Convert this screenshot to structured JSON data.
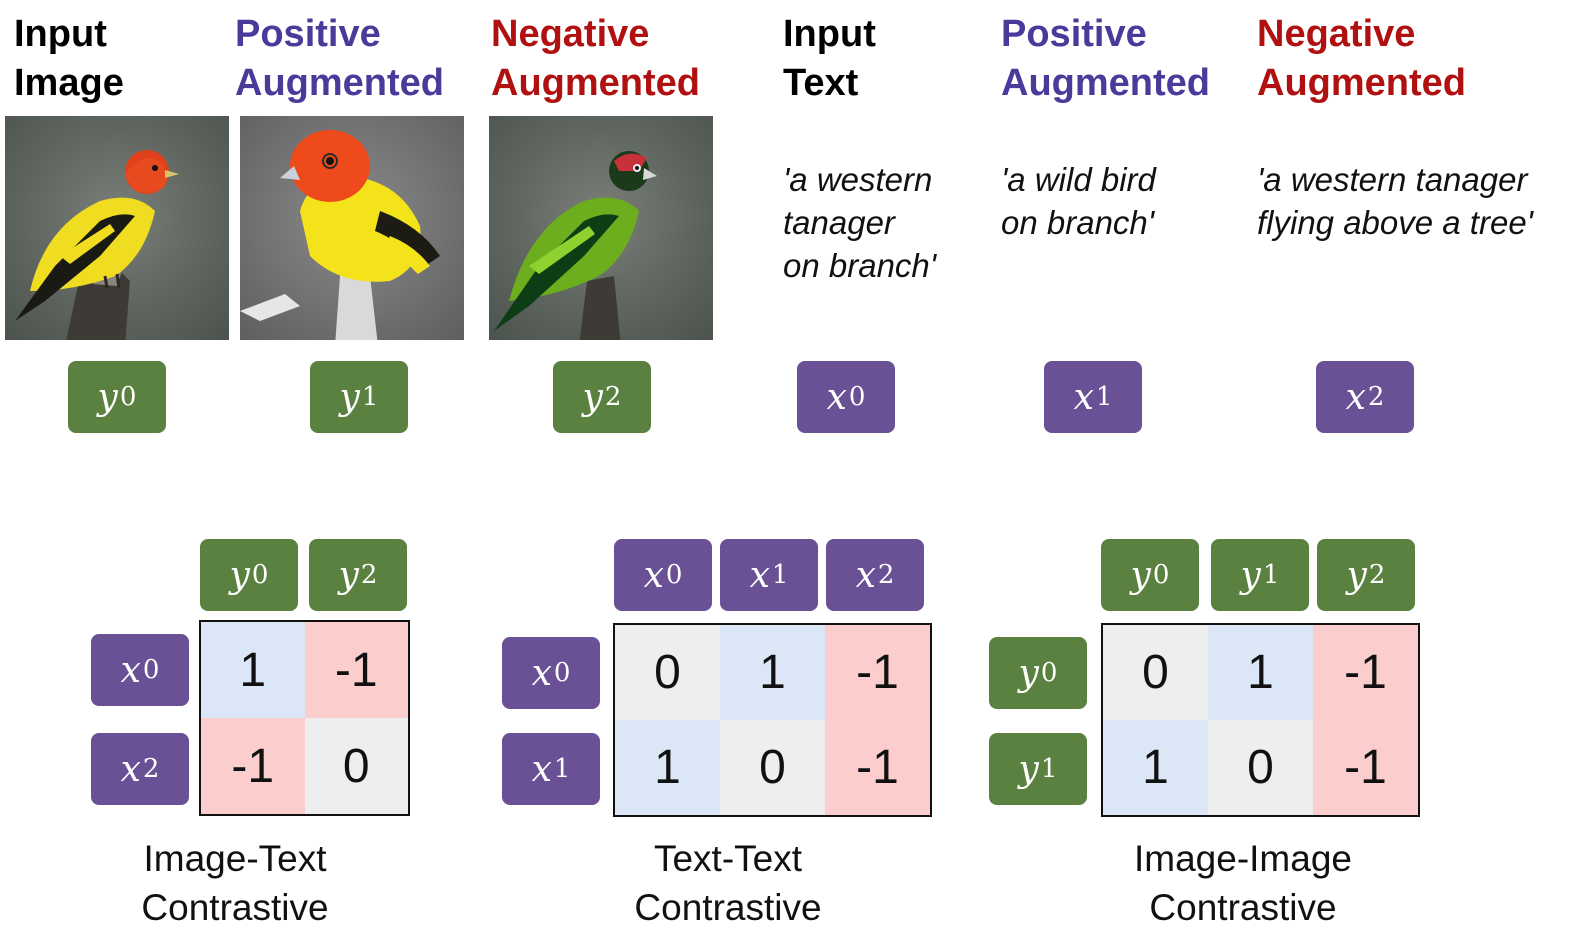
{
  "columns": [
    {
      "line1": "Input",
      "line2": "Image",
      "color": "#111111"
    },
    {
      "line1": "Positive",
      "line2": "Augmented",
      "color": "#4a3a9a"
    },
    {
      "line1": "Negative",
      "line2": "Augmented",
      "color": "#b01010"
    },
    {
      "line1": "Input",
      "line2": "Text",
      "color": "#111111"
    },
    {
      "line1": "Positive",
      "line2": "Augmented",
      "color": "#4a3a9a"
    },
    {
      "line1": "Negative",
      "line2": "Augmented",
      "color": "#b01010"
    }
  ],
  "captions": [
    {
      "lines": [
        "'a western",
        "tanager",
        "on branch'"
      ]
    },
    {
      "lines": [
        "'a wild bird",
        "on branch'"
      ]
    },
    {
      "lines": [
        "'a western tanager",
        "flying above a tree'"
      ]
    }
  ],
  "tokens": {
    "y0": {
      "var": "y",
      "sub": "0"
    },
    "y1": {
      "var": "y",
      "sub": "1"
    },
    "y2": {
      "var": "y",
      "sub": "2"
    },
    "x0": {
      "var": "x",
      "sub": "0"
    },
    "x1": {
      "var": "x",
      "sub": "1"
    },
    "x2": {
      "var": "x",
      "sub": "2"
    }
  },
  "colors": {
    "image_token": "#5a8140",
    "text_token": "#6a5095",
    "positive_cell": "#dbe7f7",
    "negative_cell": "#fbcdcd",
    "zero_cell": "#eeeeee"
  },
  "matrices": [
    {
      "label1": "Image-Text",
      "label2": "Contrastive",
      "col_labels": [
        "y0",
        "y2"
      ],
      "row_labels": [
        "x0",
        "x2"
      ],
      "cells": [
        [
          "1",
          "-1"
        ],
        [
          "-1",
          "0"
        ]
      ]
    },
    {
      "label1": "Text-Text",
      "label2": "Contrastive",
      "col_labels": [
        "x0",
        "x1",
        "x2"
      ],
      "row_labels": [
        "x0",
        "x1"
      ],
      "cells": [
        [
          "0",
          "1",
          "-1"
        ],
        [
          "1",
          "0",
          "-1"
        ]
      ]
    },
    {
      "label1": "Image-Image",
      "label2": "Contrastive",
      "col_labels": [
        "y0",
        "y1",
        "y2"
      ],
      "row_labels": [
        "y0",
        "y1"
      ],
      "cells": [
        [
          "0",
          "1",
          "-1"
        ],
        [
          "1",
          "0",
          "-1"
        ]
      ]
    }
  ]
}
